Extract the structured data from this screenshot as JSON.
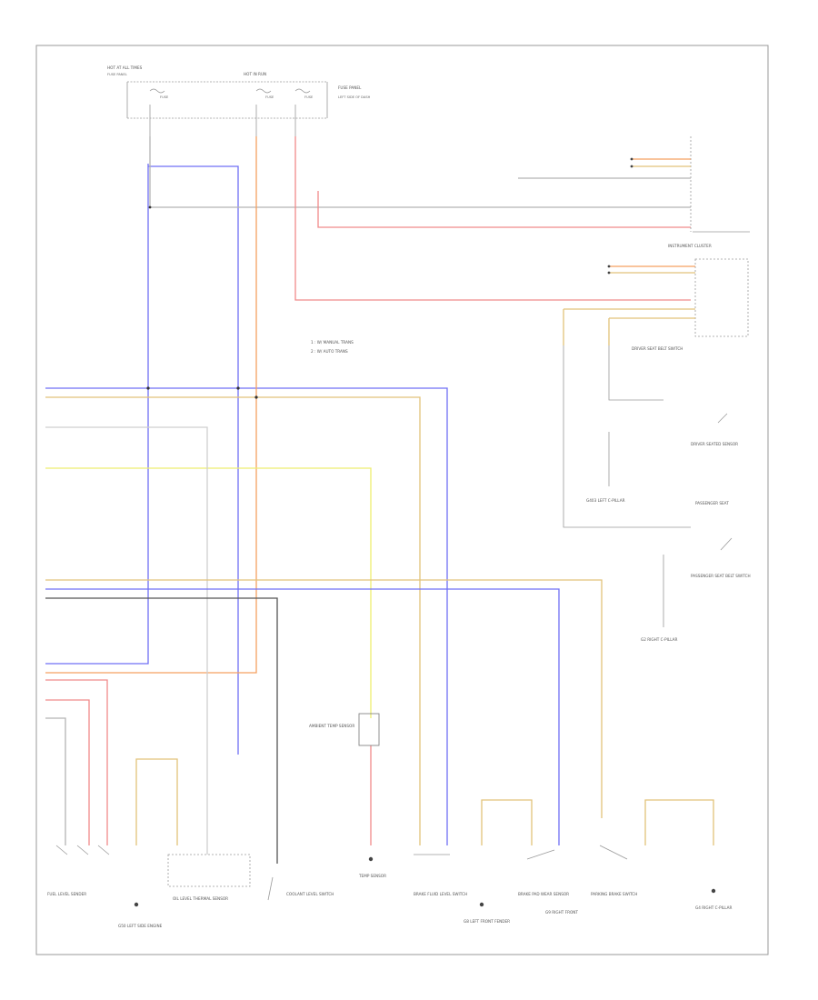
{
  "diagram": {
    "page_ref": "",
    "colors": {
      "blue": "#6f6ff5",
      "orange": "#f5a060",
      "red": "#f08a8a",
      "yellow": "#eded70",
      "tan": "#e2c27a",
      "gray": "#b4b4b4",
      "dark": "#555555",
      "frame": "#9a9a9a"
    },
    "labels": {
      "power_supply": "HOT AT ALL TIMES",
      "fuse_panel_left": "FUSE PANEL",
      "fuse_hot_run": "HOT IN RUN",
      "fuse_panel_right": "FUSE PANEL",
      "fuse_panel_note": "LEFT SIDE OF DASH",
      "fuse_1": "FUSE",
      "fuse_2": "FUSE",
      "fuse_3": "FUSE",
      "cluster": "INSTRUMENT CLUSTER",
      "note_1": "1 : W/ MANUAL TRANS",
      "note_2": "2 : W/ AUTO TRANS",
      "driver_seatbelt": "DRIVER SEAT BELT SWITCH",
      "driver_seat": "DRIVER SEATED SENSOR",
      "ground_left": "G403 LEFT C-PILLAR",
      "passenger_seat": "PASSENGER SEAT",
      "passenger_belt": "PASSENGER SEAT BELT SWITCH",
      "ground_right": "G2 RIGHT C-PILLAR",
      "fuel_sender": "FUEL LEVEL SENDER",
      "oil_sensor": "OIL LEVEL THERMAL SENSOR",
      "ambient": "AMBIENT TEMP SENSOR",
      "ground_oil": "G50 LEFT SIDE ENGINE",
      "brake_fluid": "BRAKE FLUID LEVEL SWITCH",
      "ground_brake": "G8 LEFT FRONT FENDER",
      "brake_pad": "BRAKE PAD WEAR SENSOR",
      "ground_brake2": "G9 RIGHT FRONT",
      "parking_brake": "PARKING BRAKE SWITCH",
      "ground_parking": "G4 RIGHT C-PILLAR",
      "coolant_switch": "COOLANT LEVEL SWITCH",
      "temp_sensor": "TEMP SENSOR"
    }
  }
}
